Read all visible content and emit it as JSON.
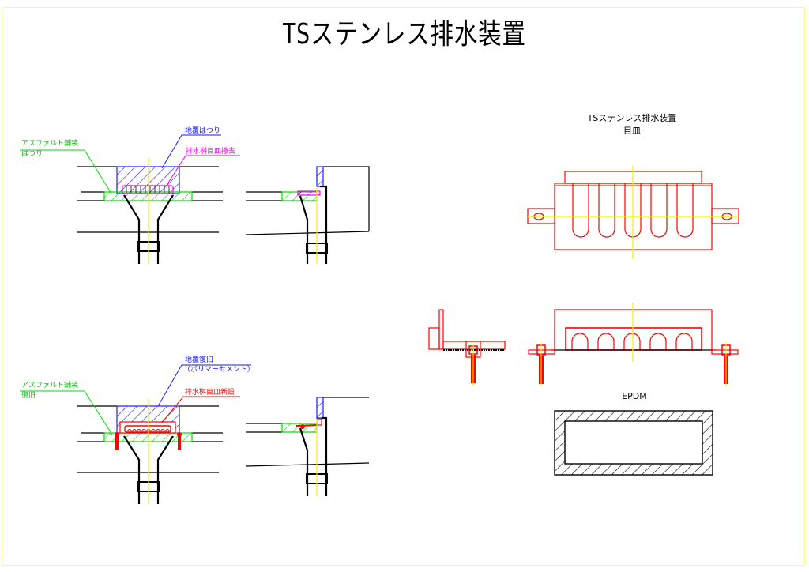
{
  "page": {
    "title": "TSステンレス排水装置"
  },
  "colors": {
    "removal_asphalt": "#00dd00",
    "base_layer": "#1a1aff",
    "grate": "#ee00ee",
    "new_parts": "#ff0000",
    "centerline": "#f0f000",
    "structure": "#000000",
    "frame": "#fff58a"
  },
  "drawings": {
    "removal_section": {
      "labels": {
        "asphalt_line1": "アスファルト舗装",
        "asphalt_line2": "はつり",
        "base": "地覆はつり",
        "grate": "排水桝目皿撤去"
      }
    },
    "restoration_section": {
      "labels": {
        "asphalt_line1": "アスファルト舗装",
        "asphalt_line2": "復旧",
        "base_line1": "地覆復旧",
        "base_line2": "（ポリマーセメント）",
        "grate": "排水桝目皿新設"
      }
    },
    "product_plan": {
      "title_line1": "TSステンレス排水装置",
      "title_line2": "目皿",
      "slot_count": 5
    },
    "product_elevation": {
      "arch_count": 5
    },
    "gasket": {
      "label": "EPDM"
    }
  }
}
